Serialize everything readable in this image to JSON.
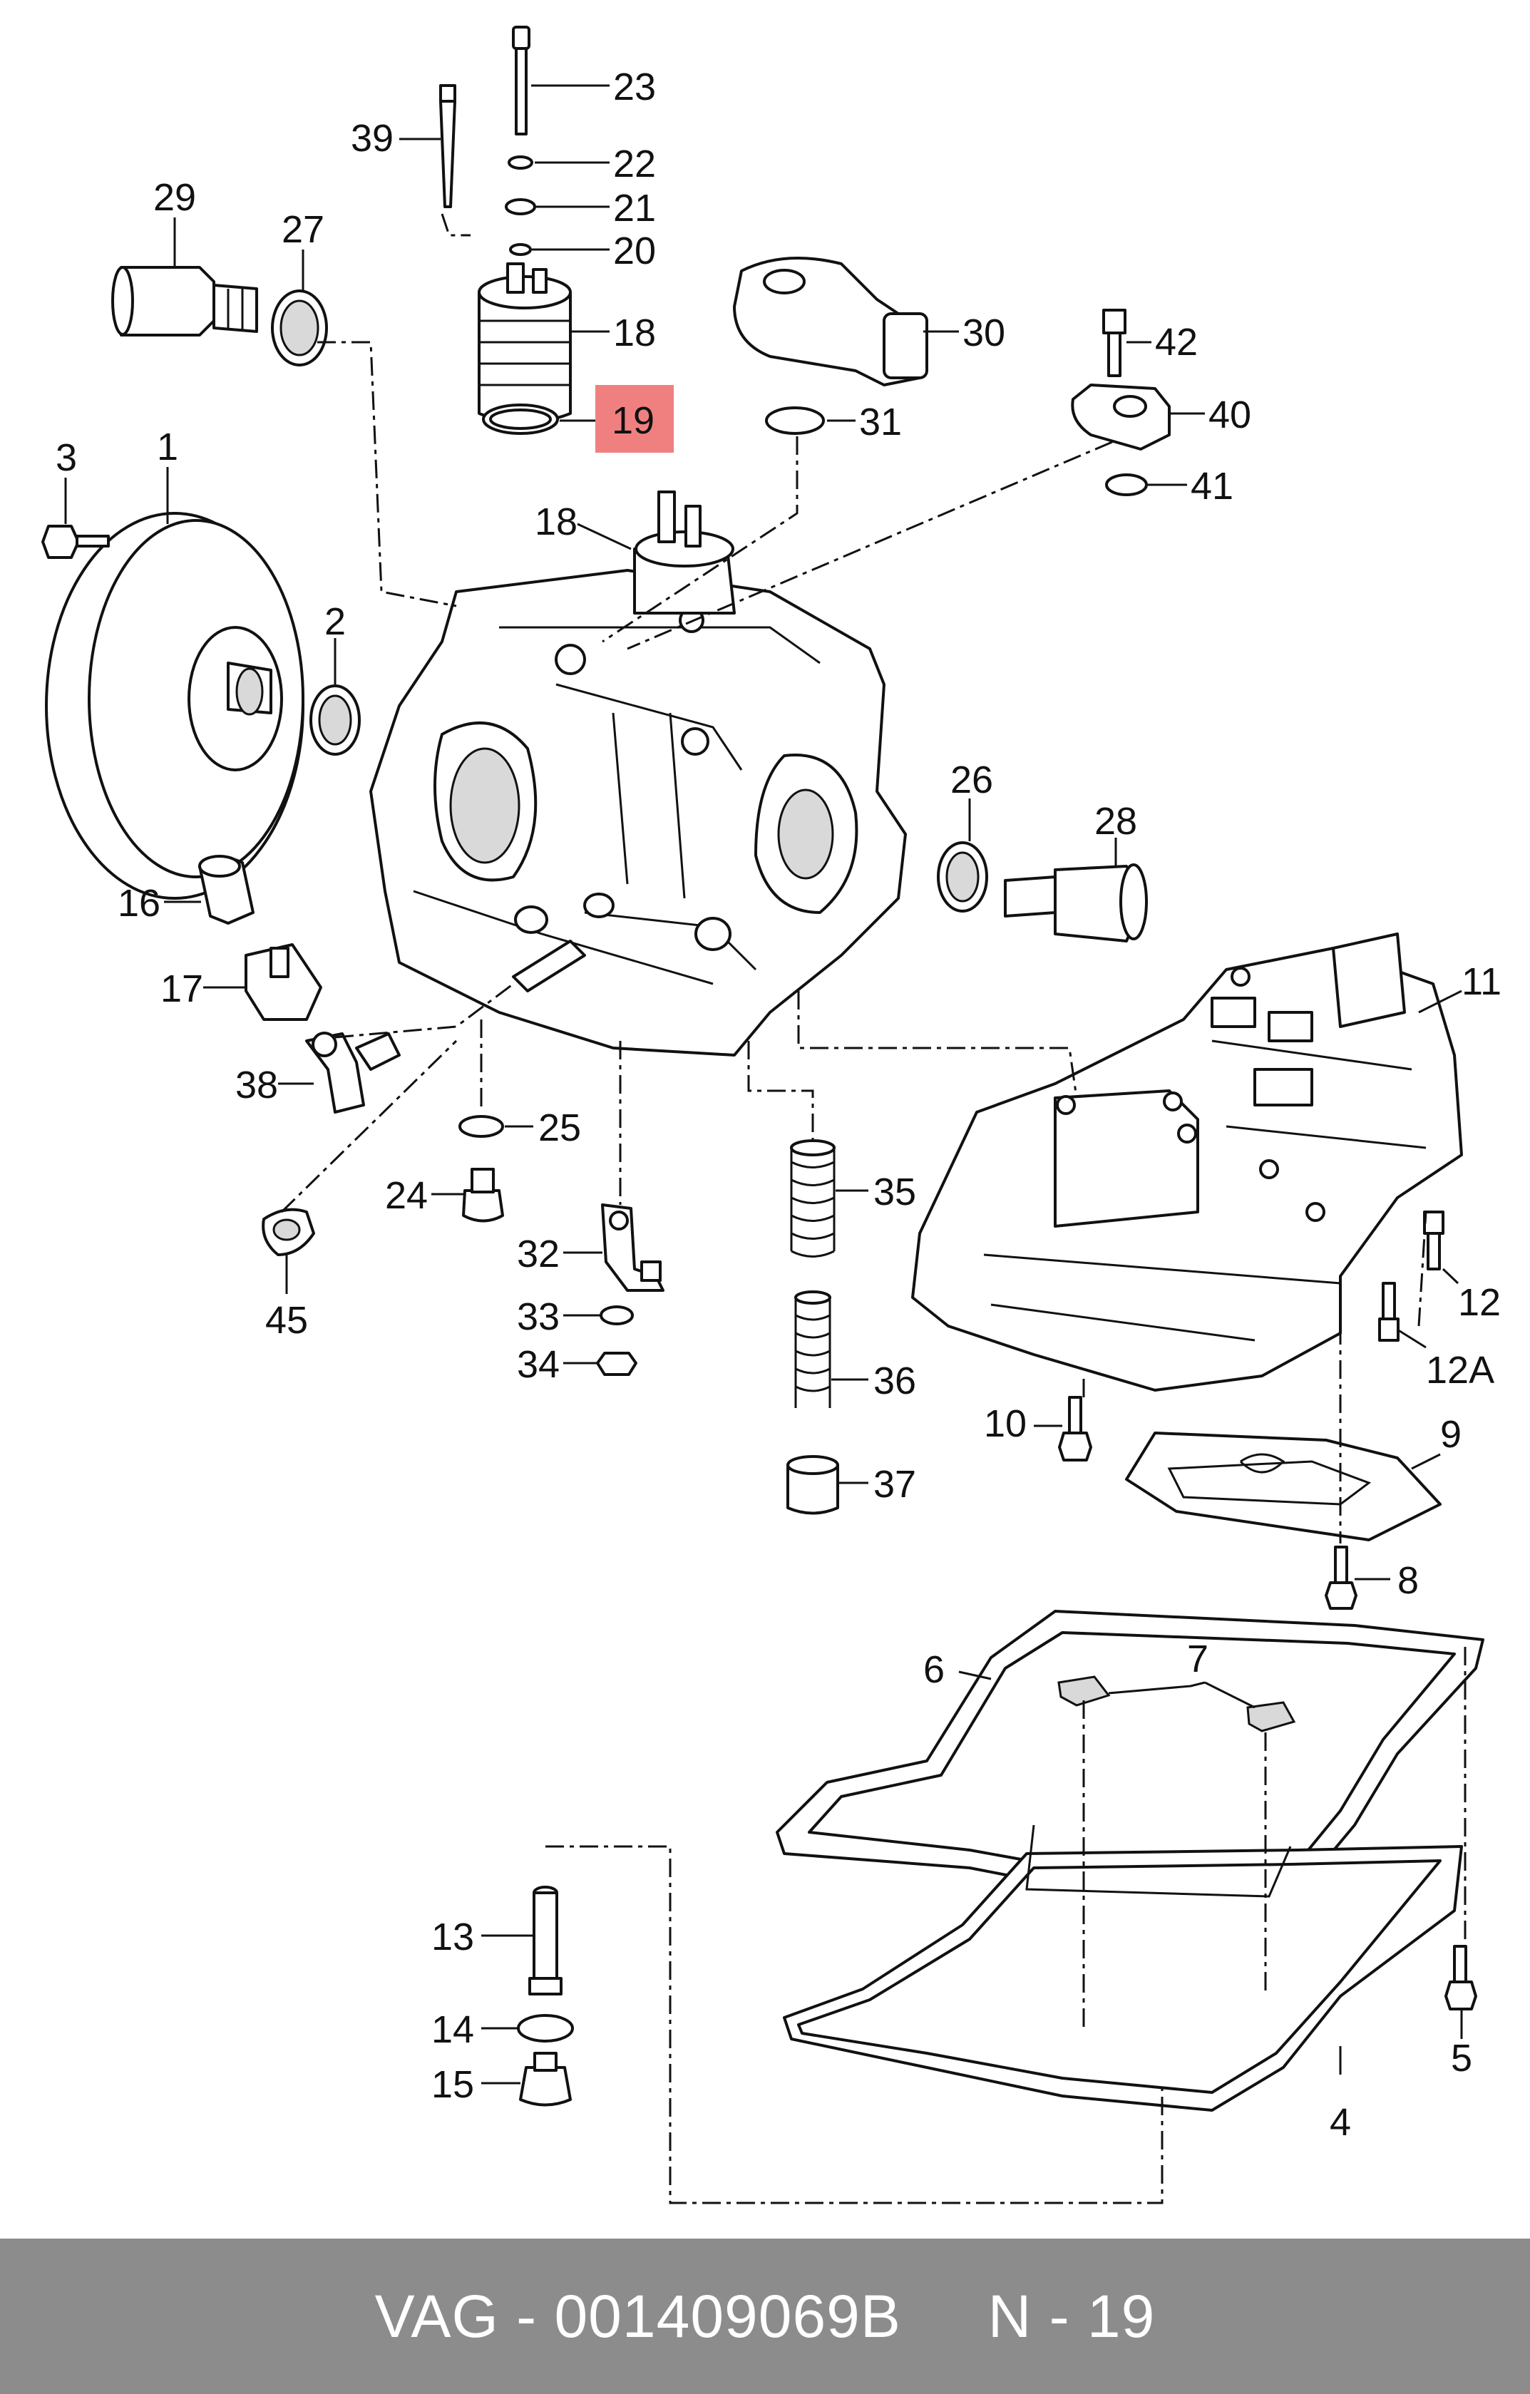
{
  "callouts": {
    "c1": "1",
    "c2": "2",
    "c3": "3",
    "c4": "4",
    "c5": "5",
    "c6": "6",
    "c7": "7",
    "c8": "8",
    "c9": "9",
    "c10": "10",
    "c11": "11",
    "c12": "12",
    "c12a": "12A",
    "c13": "13",
    "c14": "14",
    "c15": "15",
    "c16": "16",
    "c17": "17",
    "c18a": "18",
    "c18b": "18",
    "c19": "19",
    "c20": "20",
    "c21": "21",
    "c22": "22",
    "c23": "23",
    "c24": "24",
    "c25": "25",
    "c26": "26",
    "c27": "27",
    "c28": "28",
    "c29": "29",
    "c30": "30",
    "c31": "31",
    "c32": "32",
    "c33": "33",
    "c34": "34",
    "c35": "35",
    "c36": "36",
    "c37": "37",
    "c38": "38",
    "c39": "39",
    "c40": "40",
    "c41": "41",
    "c42": "42",
    "c45": "45"
  },
  "highlight": {
    "part": "19",
    "color": "#f08080"
  },
  "footer": {
    "text": "VAG - 001409069B     N - 19"
  }
}
